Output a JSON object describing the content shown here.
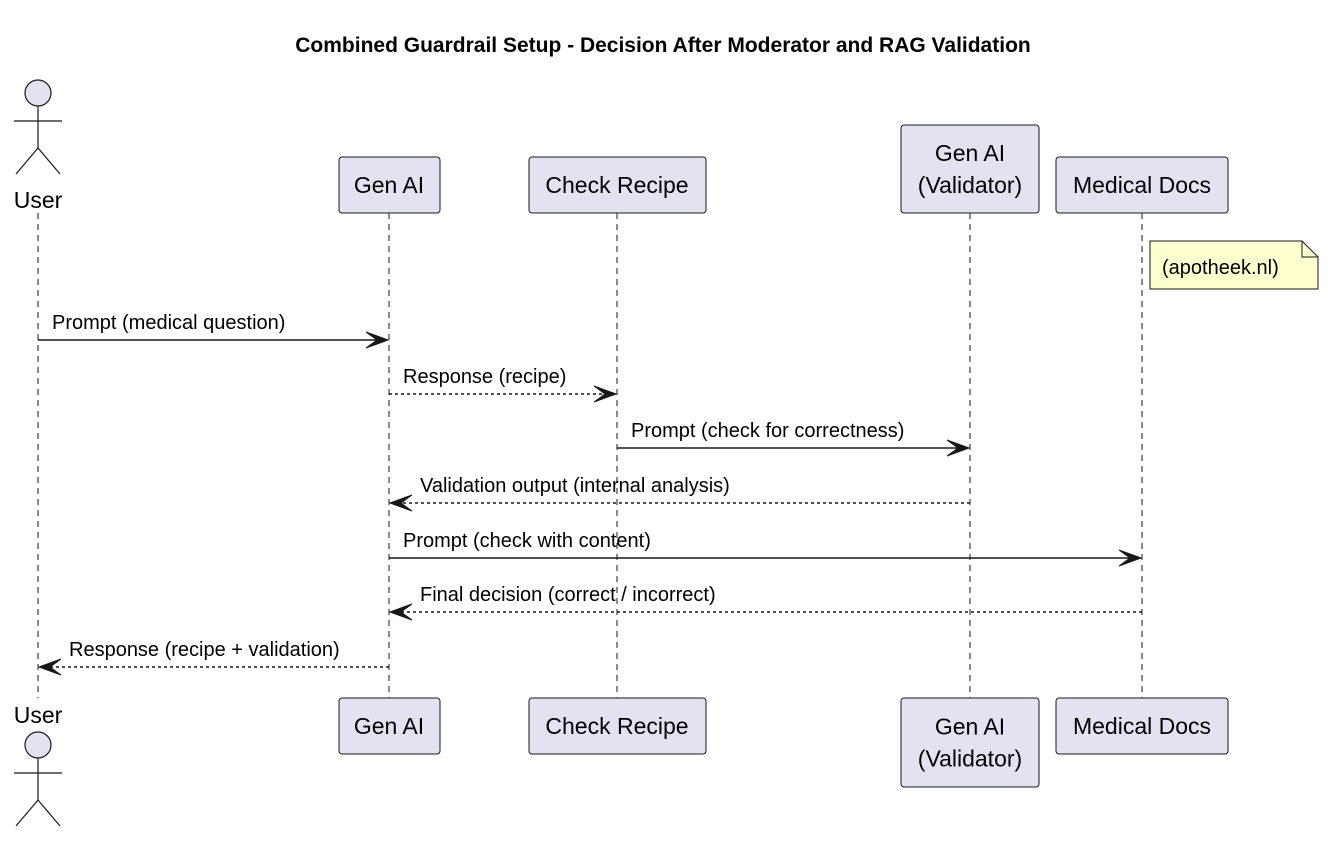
{
  "title": "Combined Guardrail Setup - Decision After Moderator and RAG Validation",
  "participants": [
    {
      "id": "user",
      "kind": "actor",
      "label_lines": [
        "User"
      ]
    },
    {
      "id": "genai",
      "kind": "box",
      "label_lines": [
        "Gen AI"
      ]
    },
    {
      "id": "checkrecipe",
      "kind": "box",
      "label_lines": [
        "Check Recipe"
      ]
    },
    {
      "id": "validator",
      "kind": "box",
      "label_lines": [
        "Gen AI",
        "(Validator)"
      ]
    },
    {
      "id": "meddocs",
      "kind": "box",
      "label_lines": [
        "Medical Docs"
      ]
    }
  ],
  "note": {
    "on": "meddocs",
    "text": "(apotheek.nl)"
  },
  "messages": [
    {
      "from": "user",
      "to": "genai",
      "style": "solid",
      "text": "Prompt (medical question)"
    },
    {
      "from": "genai",
      "to": "checkrecipe",
      "style": "dashed",
      "text": "Response (recipe)"
    },
    {
      "from": "checkrecipe",
      "to": "validator",
      "style": "solid",
      "text": "Prompt (check for correctness)"
    },
    {
      "from": "validator",
      "to": "genai",
      "style": "dashed",
      "text": "Validation output (internal analysis)"
    },
    {
      "from": "genai",
      "to": "meddocs",
      "style": "solid",
      "text": "Prompt (check with content)"
    },
    {
      "from": "meddocs",
      "to": "genai",
      "style": "dashed",
      "text": "Final decision (correct / incorrect)"
    },
    {
      "from": "genai",
      "to": "user",
      "style": "dashed",
      "text": "Response (recipe + validation)"
    }
  ]
}
